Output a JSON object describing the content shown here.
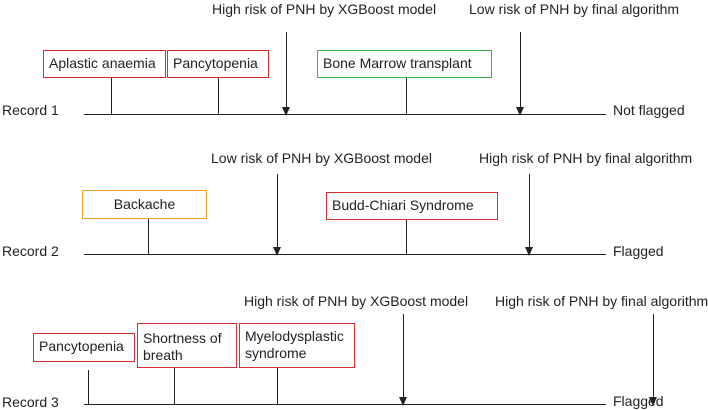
{
  "colors": {
    "risk_factor": "#d32f2f",
    "alternative_explanation": "#3cb54a",
    "neutral": "#f0a030",
    "line": "#222222"
  },
  "records": [
    {
      "label": "Record 1",
      "outcome": "Not flagged",
      "xgboost_annotation": "High risk of PNH by XGBoost model",
      "final_annotation": "Low risk of PNH by final algorithm",
      "events": [
        {
          "label": "Aplastic anaemia",
          "color": "#d32f2f"
        },
        {
          "label": "Pancytopenia",
          "color": "#d32f2f"
        },
        {
          "label": "Bone Marrow transplant",
          "color": "#3cb54a"
        }
      ]
    },
    {
      "label": "Record 2",
      "outcome": "Flagged",
      "xgboost_annotation": "Low risk of PNH by XGBoost model",
      "final_annotation": "High risk of PNH by final algorithm",
      "events": [
        {
          "label": "Backache",
          "color": "#f0a030"
        },
        {
          "label": "Budd-Chiari Syndrome",
          "color": "#d32f2f"
        }
      ]
    },
    {
      "label": "Record 3",
      "outcome": "Flagged",
      "xgboost_annotation": "High risk of PNH by XGBoost model",
      "final_annotation": "High risk of PNH by final algorithm",
      "events": [
        {
          "label": "Pancytopenia",
          "color": "#d32f2f"
        },
        {
          "label": "Shortness of breath",
          "color": "#d32f2f"
        },
        {
          "label": "Myelodysplastic syndrome",
          "color": "#d32f2f"
        }
      ]
    }
  ]
}
